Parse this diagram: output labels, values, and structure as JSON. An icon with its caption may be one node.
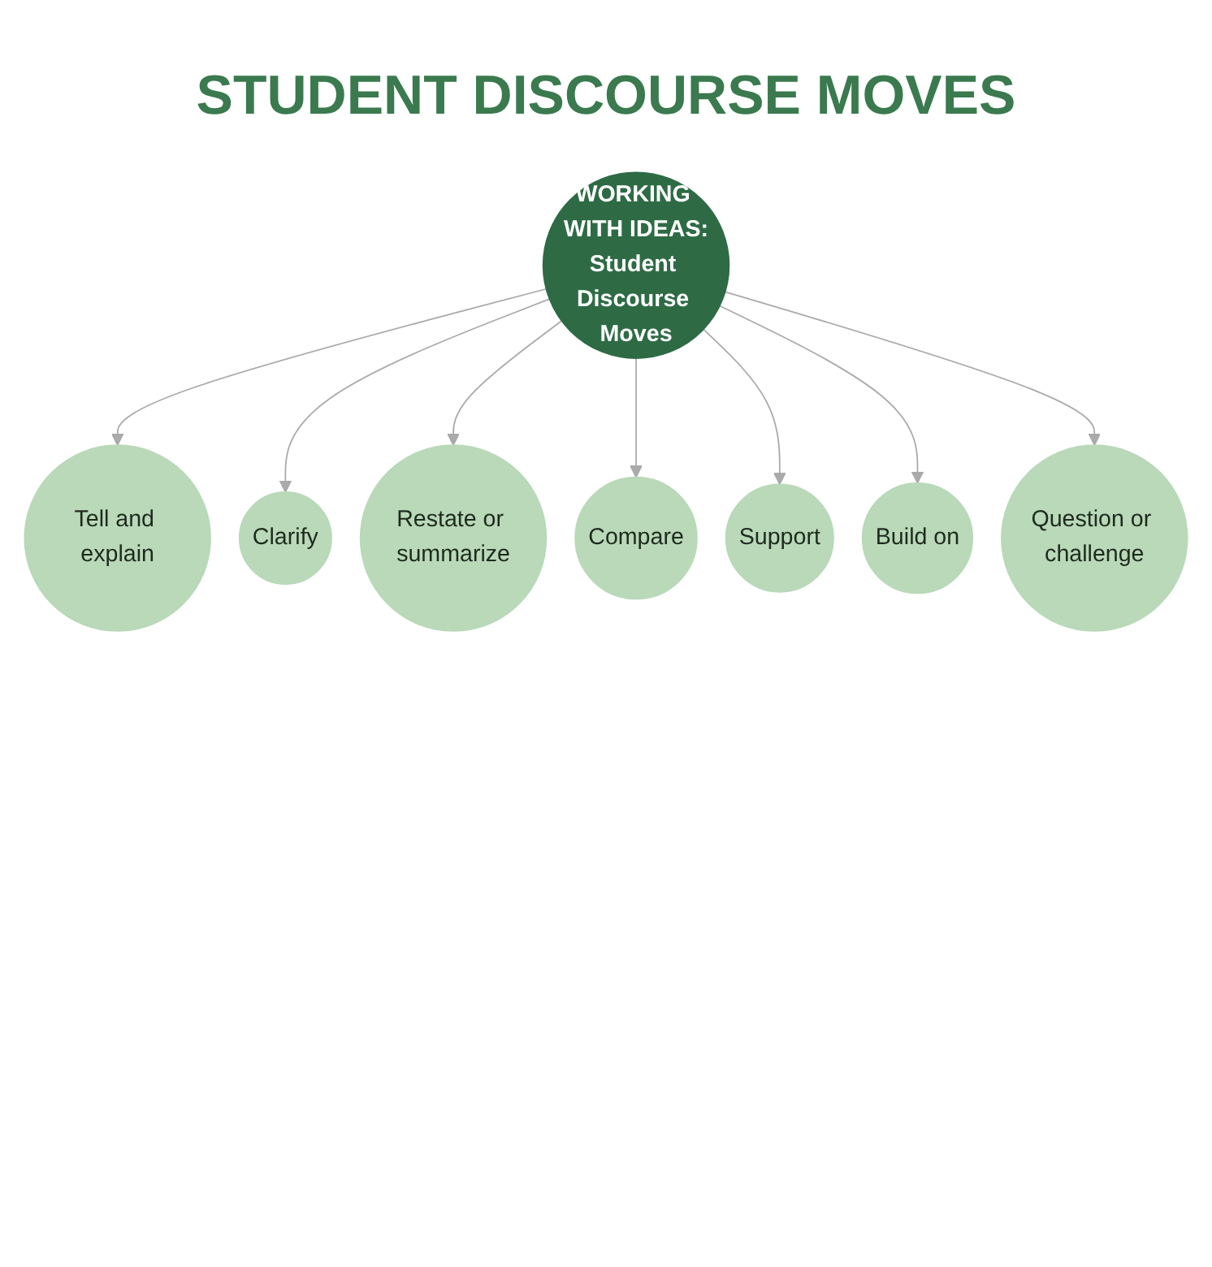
{
  "diagram": {
    "title": "STUDENT DISCOURSE MOVES",
    "nodes": [
      {
        "text": [
          "WORKING WITH IDEAS:",
          "Student Discourse Moves"
        ]
      },
      {
        "text": [
          "Tell and explain"
        ]
      },
      {
        "text": [
          "Clarify"
        ]
      },
      {
        "text": [
          "Restate or summarize"
        ]
      },
      {
        "text": [
          "Compare"
        ]
      },
      {
        "text": [
          "Support"
        ]
      },
      {
        "text": [
          "Build on"
        ]
      },
      {
        "text": [
          "Question or challenge"
        ]
      }
    ],
    "edges": [
      {
        "from": 0,
        "to": 1,
        "arrow": "to"
      },
      {
        "from": 0,
        "to": 2,
        "arrow": "to"
      },
      {
        "from": 0,
        "to": 3,
        "arrow": "to"
      },
      {
        "from": 0,
        "to": 4,
        "arrow": "to"
      },
      {
        "from": 0,
        "to": 5,
        "arrow": "to"
      },
      {
        "from": 0,
        "to": 6,
        "arrow": "to"
      },
      {
        "from": 0,
        "to": 7,
        "arrow": "to"
      }
    ]
  }
}
